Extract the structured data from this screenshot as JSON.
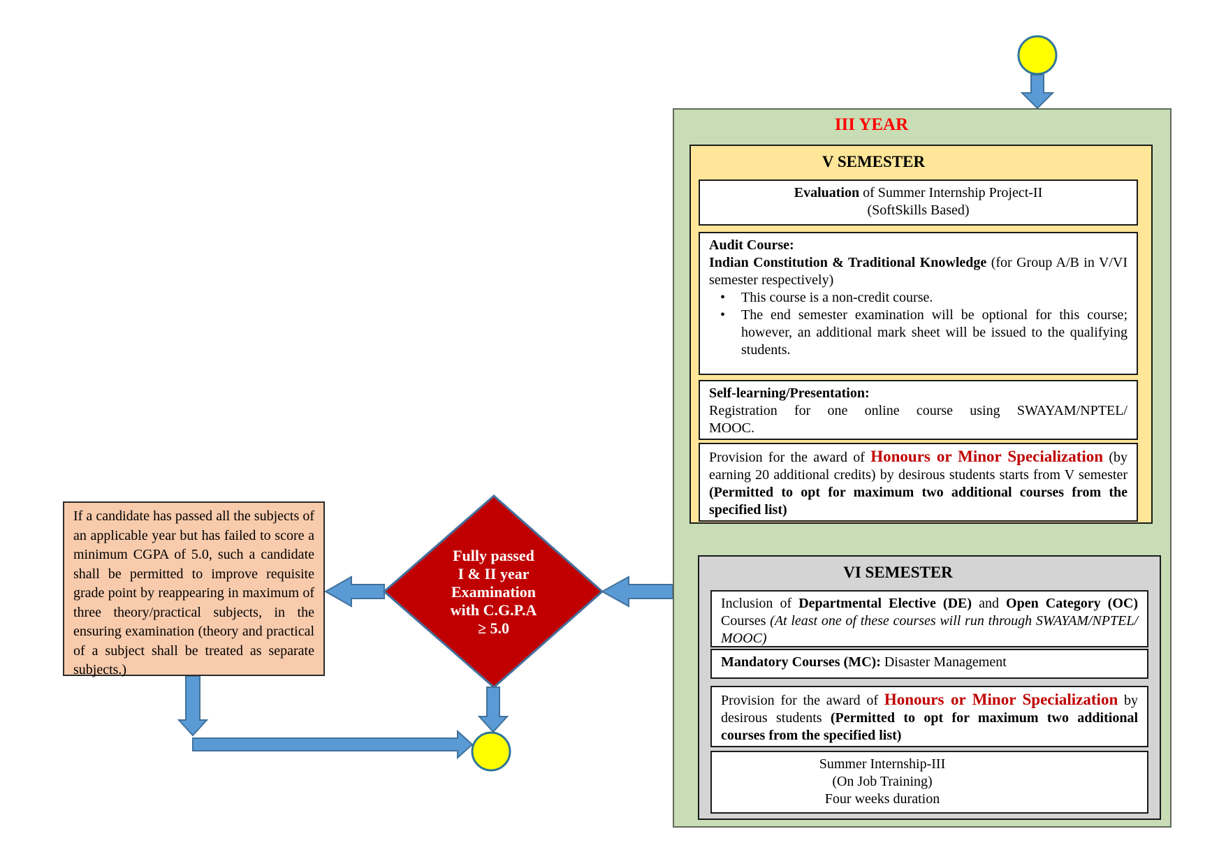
{
  "flow": {
    "year_title": "III YEAR",
    "v": {
      "title": "V SEMESTER",
      "evaluation": {
        "lead": "Evaluation",
        "rest": " of Summer Internship Project-II",
        "line2": "(SoftSkills Based)"
      },
      "audit": {
        "heading": "Audit Course:",
        "lead": "Indian Constitution & Traditional Knowledge",
        "rest": " (for Group A/B in V/VI semester respectively)",
        "bullet1": "This course is a non-credit course.",
        "bullet2": "The end semester examination will be optional for this course; however, an additional mark sheet will be issued to the qualifying students."
      },
      "self_learning": {
        "heading": "Self-learning/Presentation:",
        "line1": "Registration for one online course using SWAYAM/NPTEL/",
        "line2": "MOOC."
      },
      "honours": {
        "pre": "Provision for the award of ",
        "highlight": "Honours or Minor Specialization",
        "mid": " (by earning 20 additional credits) by desirous students starts from V semester ",
        "bold": "(Permitted to opt for maximum two additional courses from the specified list)"
      }
    },
    "vi": {
      "title": "VI SEMESTER",
      "inclusion": {
        "pre": "Inclusion of ",
        "bold1": "Departmental Elective (DE)",
        "mid": " and ",
        "bold2": "Open Category (OC)",
        "mid2": " Courses ",
        "italic": "(At least one of these courses will run through SWAYAM/NPTEL/ MOOC)"
      },
      "mandatory": {
        "lead": "Mandatory Courses (MC):",
        "rest": " Disaster Management"
      },
      "honours": {
        "pre": "Provision for the award of ",
        "highlight": "Honours or Minor Specialization",
        "mid": " by desirous students ",
        "bold": "(Permitted to opt for maximum two additional courses from the specified list)"
      },
      "internship": [
        "Summer Internship-III",
        "(On Job Training)",
        "Four weeks duration"
      ]
    },
    "decision": {
      "lines": [
        "Fully passed",
        "I & II year",
        "Examination",
        "with C.G.P.A",
        "≥ 5.0"
      ]
    },
    "note": {
      "text": "If a candidate has passed all the subjects of an applicable year but has failed to score a minimum CGPA of 5.0, such a candidate shall be permitted to improve requisite grade point by reappearing in maximum of three theory/practical subjects, in the ensuring examination (theory and practical of a subject shall be treated as separate subjects.)"
    },
    "colors": {
      "panel_green": "#c8ddb5",
      "panel_gold": "#ffe699",
      "panel_gray": "#d4d4d4",
      "note_tan": "#f8cbad",
      "decision_red": "#c00000",
      "arrow_blue": "#5b9bd5",
      "arrow_border": "#41719c",
      "terminal_yellow": "#ffff00",
      "terminal_border": "#2e7599",
      "year_title_red": "#ff0000",
      "highlight_red": "#c00000"
    }
  }
}
